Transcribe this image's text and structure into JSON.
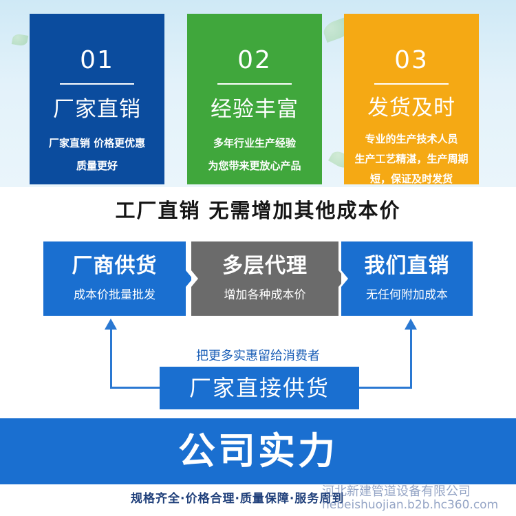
{
  "cards": [
    {
      "num": "01",
      "title": "厂家直销",
      "lines": [
        "厂家直销  价格更优惠",
        "质量更好"
      ]
    },
    {
      "num": "02",
      "title": "经验丰富",
      "lines": [
        "多年行业生产经验",
        "为您带来更放心产品"
      ]
    },
    {
      "num": "03",
      "title": "发货及时",
      "lines": [
        "专业的生产技术人员",
        "生产工艺精湛，生产周期",
        "短，保证及时发货"
      ]
    }
  ],
  "headline": "工厂直销  无需增加其他成本价",
  "chain": [
    {
      "title": "厂商供货",
      "sub": "成本价批量批发"
    },
    {
      "title": "多层代理",
      "sub": "增加各种成本价"
    },
    {
      "title": "我们直销",
      "sub": "无任何附加成本"
    }
  ],
  "benefit": "把更多实惠留给消费者",
  "direct": "厂家直接供货",
  "strength": "公司实力",
  "tagline": "规格齐全·价格合理·质量保障·服务周到",
  "watermark": {
    "company": "河北新建管道设备有限公司",
    "url": "hebeishuojian.b2b.hc360.com"
  },
  "colors": {
    "blue": "#0b4c9e",
    "green": "#40a73c",
    "orange": "#f5a914",
    "accent": "#1a6fd0",
    "gray": "#6b6b6b"
  }
}
